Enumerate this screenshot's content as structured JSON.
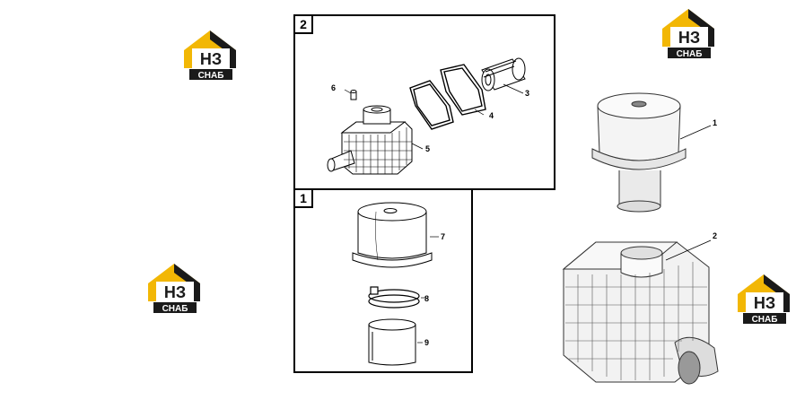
{
  "logo": {
    "letters": "НЗ",
    "caption": "СНАБ",
    "accent": "#f2b705",
    "dark": "#1a1a1a"
  },
  "panels": [
    {
      "number": "2"
    },
    {
      "number": "1"
    }
  ],
  "callouts": {
    "p2": [
      "6",
      "3",
      "4",
      "5"
    ],
    "p1": [
      "7",
      "8",
      "9"
    ],
    "right": [
      "1",
      "2"
    ]
  }
}
